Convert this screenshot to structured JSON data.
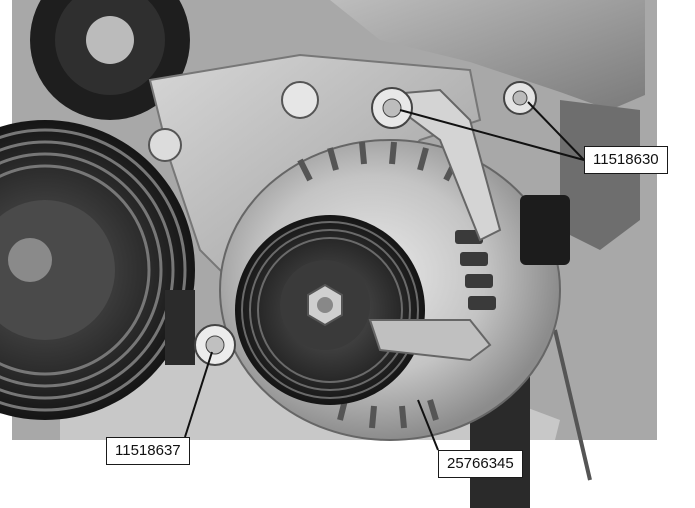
{
  "figure": {
    "part_labels": [
      {
        "id": "upper",
        "text": "11518630"
      },
      {
        "id": "lower-left",
        "text": "11518637"
      },
      {
        "id": "lower-right",
        "text": "25766345"
      }
    ]
  },
  "colors": {
    "background": "#ffffff",
    "label_border": "#1a1a1a",
    "leader_line": "#111111"
  }
}
